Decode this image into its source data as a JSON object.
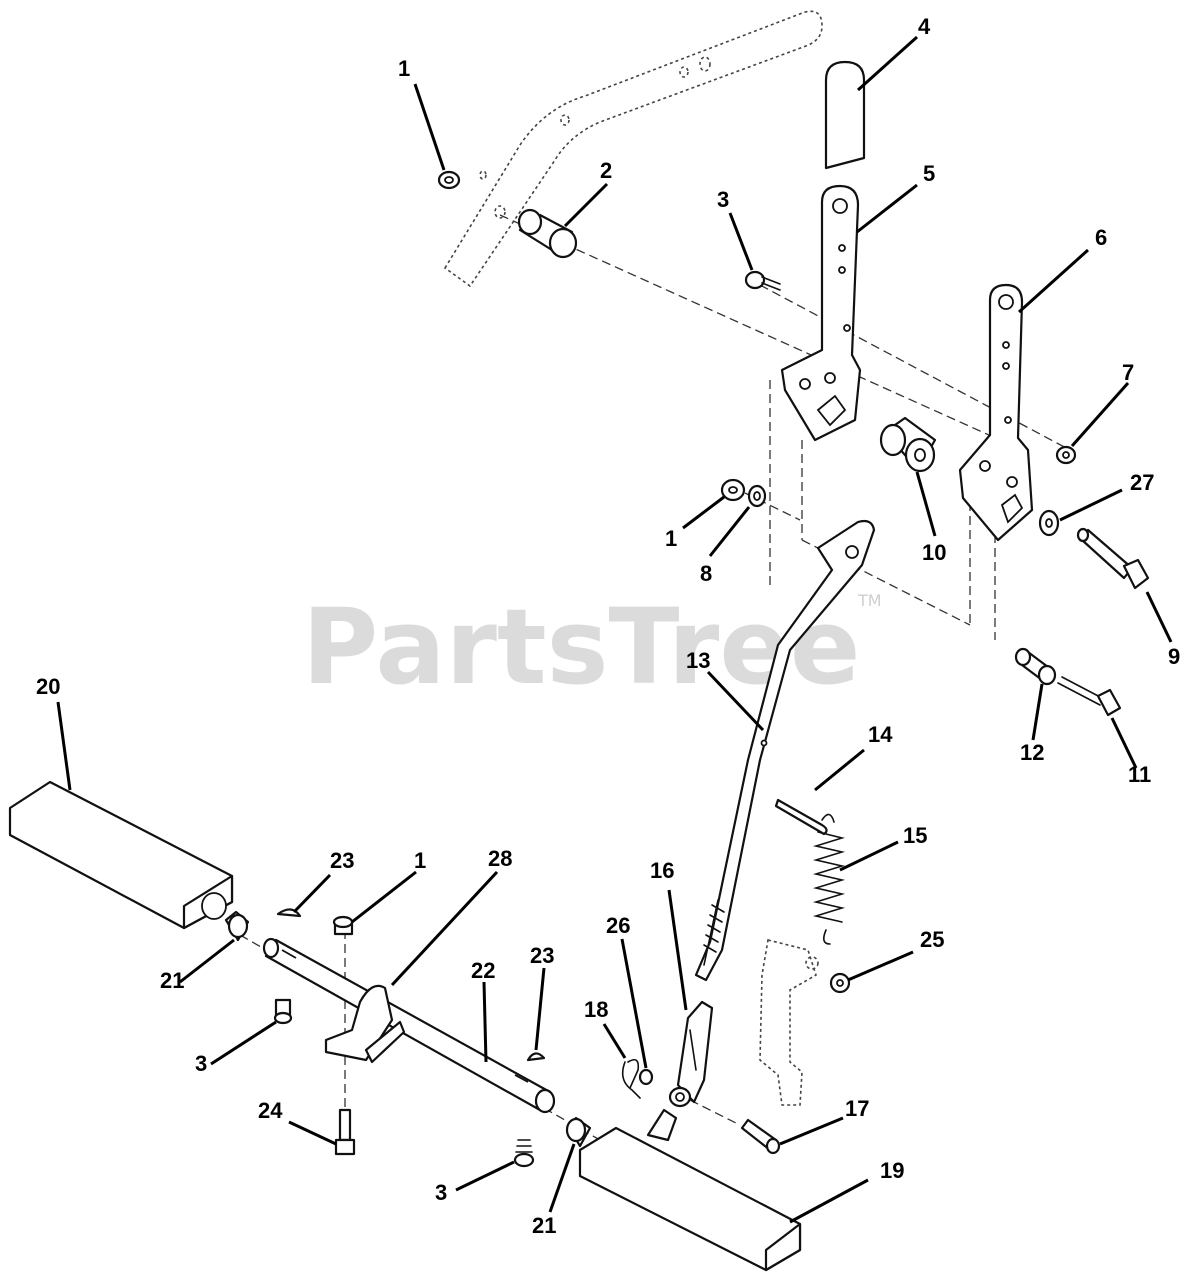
{
  "watermark": {
    "brand": "PartsTree",
    "trademark": "TM"
  },
  "callouts": [
    {
      "label": "1"
    },
    {
      "label": "2"
    },
    {
      "label": "3"
    },
    {
      "label": "4"
    },
    {
      "label": "5"
    },
    {
      "label": "6"
    },
    {
      "label": "7"
    },
    {
      "label": "27"
    },
    {
      "label": "1"
    },
    {
      "label": "8"
    },
    {
      "label": "10"
    },
    {
      "label": "9"
    },
    {
      "label": "13"
    },
    {
      "label": "12"
    },
    {
      "label": "11"
    },
    {
      "label": "20"
    },
    {
      "label": "14"
    },
    {
      "label": "15"
    },
    {
      "label": "23"
    },
    {
      "label": "1"
    },
    {
      "label": "28"
    },
    {
      "label": "16"
    },
    {
      "label": "26"
    },
    {
      "label": "23"
    },
    {
      "label": "25"
    },
    {
      "label": "21"
    },
    {
      "label": "22"
    },
    {
      "label": "18"
    },
    {
      "label": "3"
    },
    {
      "label": "24"
    },
    {
      "label": "17"
    },
    {
      "label": "3"
    },
    {
      "label": "21"
    },
    {
      "label": "19"
    }
  ]
}
